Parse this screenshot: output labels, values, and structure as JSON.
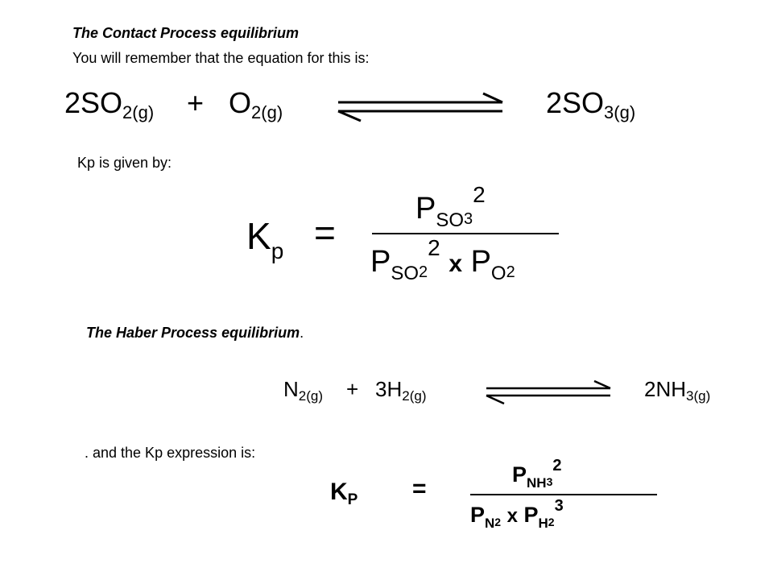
{
  "contact": {
    "title": "The Contact Process equilibrium",
    "intro": "You will remember that the equation for this is:",
    "equation": {
      "r1_coef_formula": "2SO",
      "r1_sub": "2(g)",
      "plus": "+",
      "r2_formula": "O",
      "r2_sub": "2(g)",
      "p1_formula": "2SO",
      "p1_sub": "3(g)"
    },
    "kp_intro": "Kp is given by:",
    "kp": {
      "k": "K",
      "k_sub": "p",
      "equals": "=",
      "num_p": "P",
      "num_sub": "SO",
      "num_subsub": "3",
      "num_sup": "2",
      "den1_p": "P",
      "den1_sub": "SO",
      "den1_subsub": "2",
      "den1_sup": "2",
      "times": "x",
      "den2_p": "P",
      "den2_sub": "O",
      "den2_subsub": "2"
    }
  },
  "haber": {
    "title": "The Haber Process equilibrium",
    "title_tail": ".",
    "equation": {
      "r1_formula": "N",
      "r1_sub": "2(g)",
      "plus": "+",
      "r2_formula": "3H",
      "r2_sub": "2(g)",
      "p1_formula": "2NH",
      "p1_sub": "3(g)"
    },
    "kp_intro": ". and the Kp expression is:",
    "kp": {
      "k": "K",
      "k_sub": "P",
      "equals": "=",
      "num_p": "P",
      "num_sub": "NH",
      "num_subsub": "3",
      "num_sup": "2",
      "den1_p": "P",
      "den1_sub": "N",
      "den1_subsub": "2",
      "times": "x",
      "den2_p": "P",
      "den2_sub": "H",
      "den2_subsub": "2",
      "den2_sup": "3"
    }
  }
}
